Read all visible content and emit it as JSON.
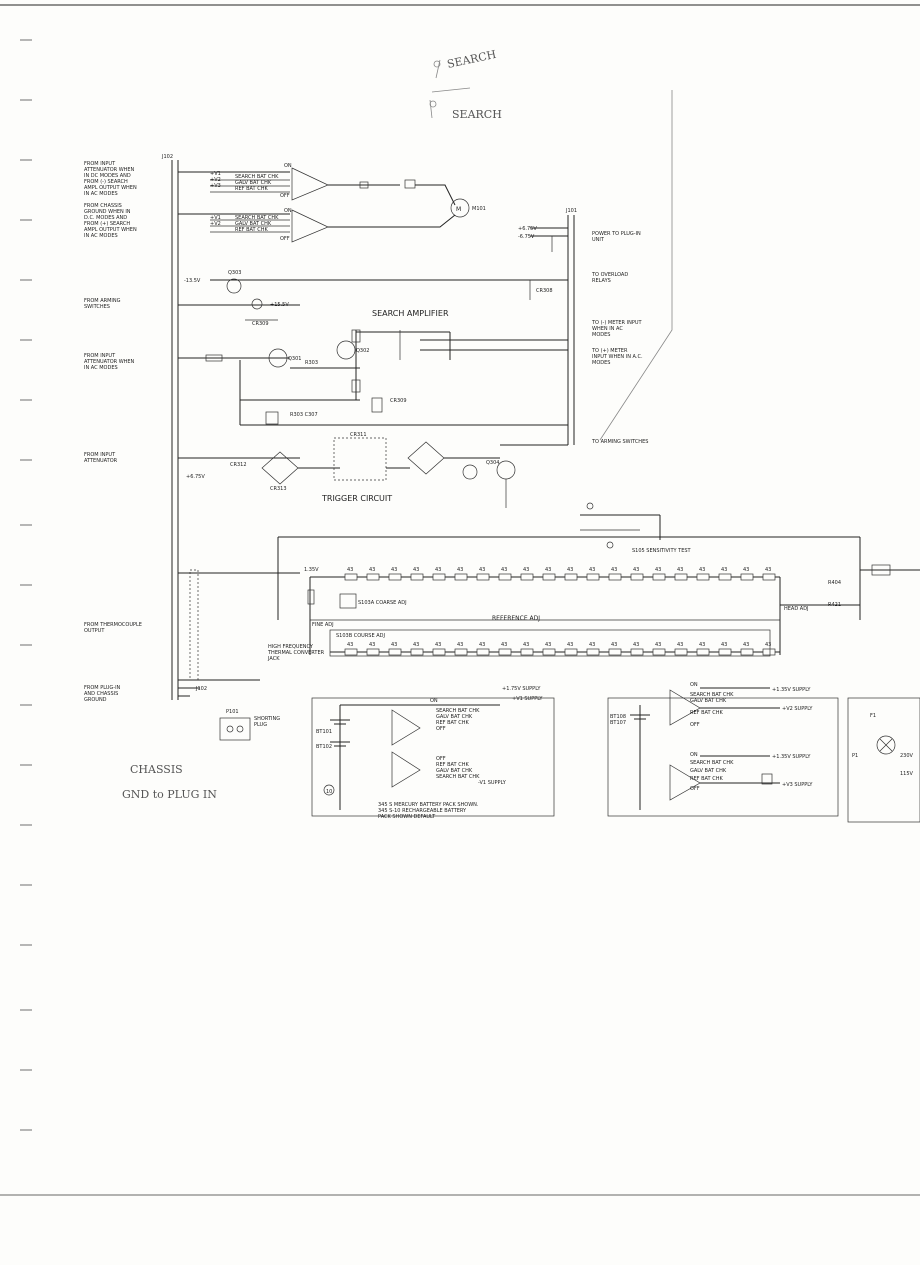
{
  "notes": {
    "search1": "SEARCH",
    "search2": "SEARCH",
    "chassis1": "CHASSIS",
    "chassis2": "GND to PLUG IN"
  },
  "left_labels": {
    "input_dc": [
      "FROM INPUT",
      "ATTENUATOR WHEN",
      "IN DC MODES AND",
      "FROM (-) SEARCH",
      "AMPL OUTPUT WHEN",
      "IN AC MODES"
    ],
    "chassis_dc": [
      "FROM CHASSIS",
      "GROUND WHEN IN",
      "D.C. MODES AND",
      "FROM (+) SEARCH",
      "AMPL OUTPUT WHEN",
      "IN AC MODES"
    ],
    "arming": [
      "FROM ARMING",
      "SWITCHES"
    ],
    "input_ac": [
      "FROM INPUT",
      "ATTENUATOR WHEN",
      "IN AC MODES"
    ],
    "input_att": [
      "FROM INPUT",
      "ATTENUATOR"
    ],
    "thermo": [
      "FROM THERMOCOUPLE",
      "OUTPUT"
    ],
    "plugin": [
      "FROM PLUG-IN",
      "AND CHASSIS",
      "GROUND"
    ]
  },
  "right_labels": {
    "power": [
      "POWER TO PLUG-IN",
      "UNIT"
    ],
    "overload": [
      "TO OVERLOAD",
      "RELAYS"
    ],
    "meter_neg": [
      "TO (-) METER INPUT",
      "WHEN IN AC",
      "MODES"
    ],
    "meter_pos": [
      "TO (+) METER",
      "INPUT WHEN IN A.C.",
      "MODES"
    ],
    "arming_to": "TO ARMING SWITCHES"
  },
  "titles": {
    "search_amp": "SEARCH AMPLIFIER",
    "trigger": "TRIGGER CIRCUIT",
    "reference": "REFERENCE ADJ",
    "coarse": "S103A COARSE ADJ",
    "course2": "S103B COURSE ADJ",
    "fine": "FINE ADJ",
    "sensitivity": "S105 SENSITIVITY TEST",
    "high_freq": [
      "HIGH FREQUENCY",
      "THERMAL CONVERTER",
      "JACK"
    ],
    "shorting": [
      "SHORTING",
      "PLUG"
    ],
    "battery_note": [
      "345 S MERCURY BATTERY PACK SHOWN.",
      "345 S-10 RECHARGEABLE BATTERY",
      "PACK SHOWN DEFAULT"
    ]
  },
  "switch_labels": {
    "sw1": [
      "ON",
      "SEARCH BAT CHK",
      "GALV BAT CHK",
      "REF BAT CHK",
      "OFF"
    ],
    "sw2": [
      "ON",
      "SEARCH BAT CHK",
      "GALV BAT CHK",
      "REF BAT CHK",
      "OFF"
    ],
    "supply": [
      "+1.75V SUPPLY",
      "-V1 SUPPLY",
      "+V1 SUPPLY",
      "+V2 SUPPLY",
      "+1.35V SUPPLY",
      "+V3 SUPPLY"
    ]
  },
  "refs": {
    "j102": "J102",
    "j101": "J101",
    "p101": "P101",
    "s105": "S105",
    "m101": "M101",
    "q303": "Q303",
    "q301": "Q301",
    "q302": "Q302",
    "q304": "Q304",
    "cr308": "CR308",
    "r303": "R303",
    "cr312": "CR312",
    "cr313": "CR313",
    "cr311": "CR311",
    "r404": "R404",
    "r421": "R421"
  },
  "resistor_values": [
    "43",
    "43",
    "43",
    "43",
    "43",
    "43",
    "43",
    "43",
    "43",
    "43",
    "43",
    "43",
    "43",
    "43",
    "43",
    "43",
    "43",
    "43",
    "43",
    "43"
  ],
  "resistor_values_low": [
    "43",
    "43",
    "43",
    "43",
    "43",
    "43",
    "43",
    "43",
    "43",
    "43",
    "43",
    "43",
    "43",
    "43",
    "43",
    "43",
    "43",
    "43",
    "43",
    "43"
  ],
  "voltages": {
    "v135": "1.35V",
    "v675": "+6.75V",
    "v675n": "-6.75V",
    "v135n": "-13.5V",
    "v155": "+15.5V"
  }
}
